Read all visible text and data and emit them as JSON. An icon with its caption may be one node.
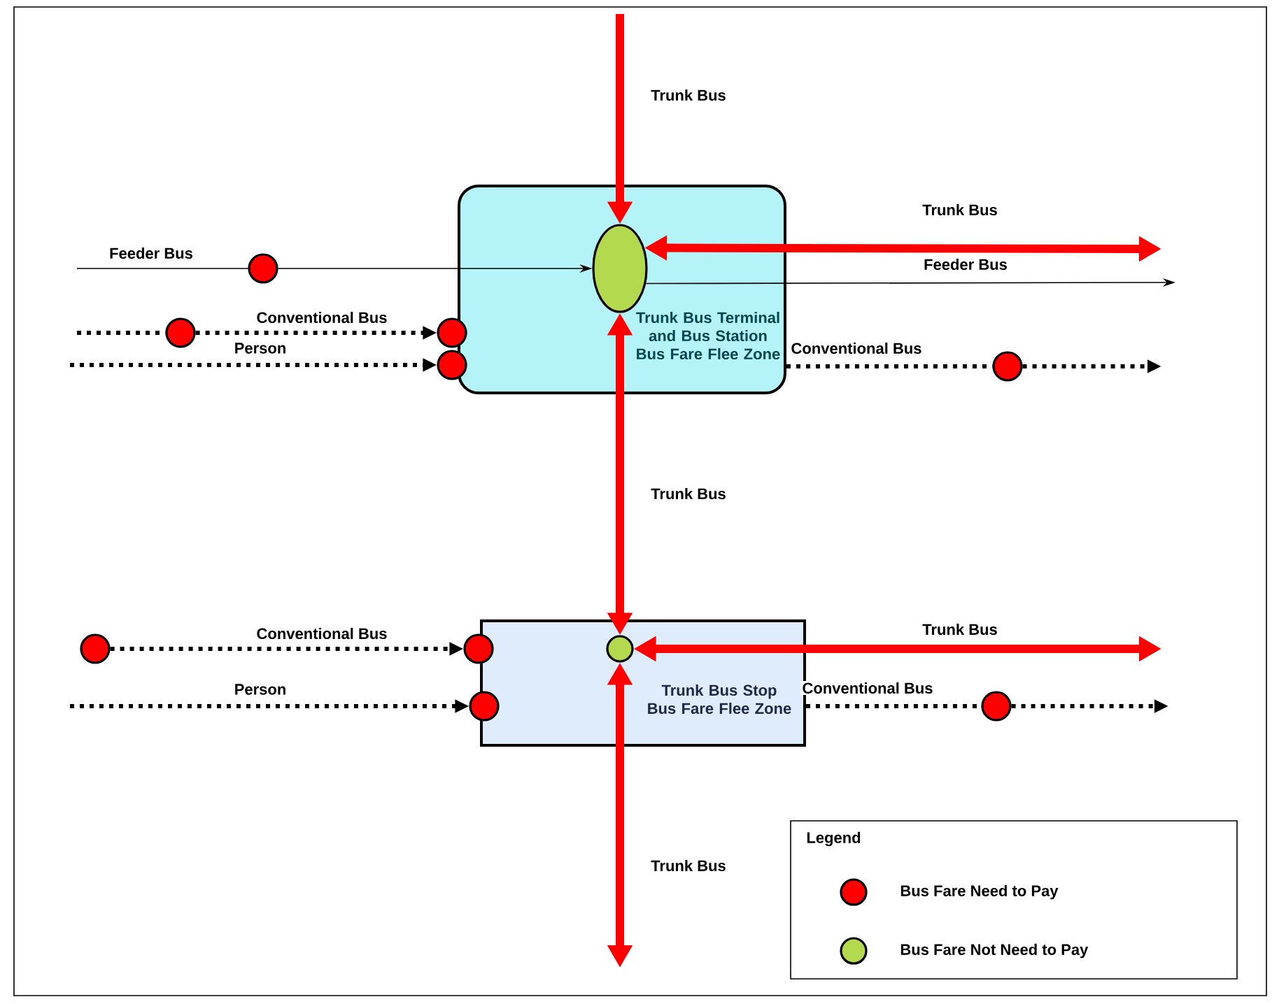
{
  "diagram": {
    "nodes": [
      {
        "text": [
          "Trunk Bus Terminal and Bus Station Bus Fare Flee Zone"
        ]
      },
      {
        "text": [],
        "shape": "ellipse",
        "in": 0
      },
      {
        "text": [],
        "shape": "circle"
      },
      {
        "text": [],
        "shape": "circle"
      },
      {
        "text": [],
        "shape": "circle"
      },
      {
        "text": [],
        "shape": "circle"
      },
      {
        "text": [],
        "shape": "circle"
      },
      {
        "text": [
          "Trunk Bus Stop Bus Fare Flee Zone"
        ]
      },
      {
        "text": [],
        "shape": "circle",
        "in": 7
      },
      {
        "text": [],
        "shape": "circle"
      },
      {
        "text": [],
        "shape": "circle"
      },
      {
        "text": [],
        "shape": "circle"
      },
      {
        "text": [],
        "shape": "circle"
      }
    ],
    "edges": [
      {
        "from": null,
        "to": 1,
        "arrow": "to",
        "label": "Trunk Bus",
        "style": "thick",
        "color": "#ff0000"
      },
      {
        "from": 1,
        "to": null,
        "arrow": "both",
        "label": "Trunk Bus",
        "style": "thick",
        "color": "#ff0000"
      },
      {
        "from": 1,
        "to": 8,
        "arrow": "both",
        "label": "Trunk Bus",
        "style": "thick",
        "color": "#ff0000"
      },
      {
        "from": 8,
        "to": null,
        "arrow": "both",
        "label": "Trunk Bus",
        "style": "thick",
        "color": "#ff0000"
      },
      {
        "from": 8,
        "to": null,
        "arrow": "both",
        "label": "Trunk Bus",
        "style": "thick",
        "color": "#ff0000"
      },
      {
        "from": null,
        "to": 2,
        "arrow": "none",
        "label": "Feeder Bus"
      },
      {
        "from": 2,
        "to": 1,
        "arrow": "to"
      },
      {
        "from": 1,
        "to": null,
        "arrow": "to",
        "label": "Feeder Bus"
      },
      {
        "from": null,
        "to": 3,
        "arrow": "none",
        "style": "dashed"
      },
      {
        "from": 3,
        "to": 4,
        "arrow": "to",
        "label": "Conventional Bus",
        "style": "dashed"
      },
      {
        "from": null,
        "to": 5,
        "arrow": "to",
        "label": "Person",
        "style": "dashed"
      },
      {
        "from": 0,
        "to": 6,
        "arrow": "none",
        "label": "Conventional Bus",
        "style": "dashed"
      },
      {
        "from": 6,
        "to": null,
        "arrow": "to",
        "style": "dashed"
      },
      {
        "from": 9,
        "to": 10,
        "arrow": "to",
        "label": "Conventional Bus",
        "style": "dashed"
      },
      {
        "from": null,
        "to": 11,
        "arrow": "to",
        "label": "Person",
        "style": "dashed"
      },
      {
        "from": 7,
        "to": 12,
        "arrow": "none",
        "label": "Conventional Bus",
        "style": "dashed"
      },
      {
        "from": 12,
        "to": null,
        "arrow": "to",
        "style": "dashed"
      }
    ],
    "labels": [
      "Legend"
    ],
    "legend": [
      {
        "text": "Bus Fare  Need to Pay",
        "color": "#ff0000"
      },
      {
        "text": "Bus Fare Not Need to Pay",
        "color": "#b3d94f"
      }
    ]
  }
}
